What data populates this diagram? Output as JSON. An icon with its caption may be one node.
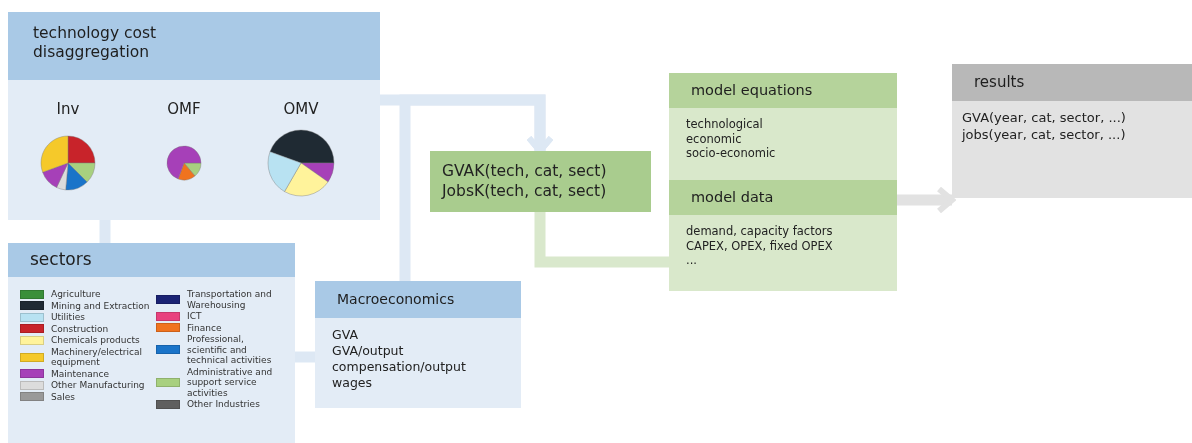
{
  "diagram": {
    "nodes": [
      {
        "text": [
          "technology cost disaggregation",
          "Inv",
          "OMF",
          "OMV"
        ]
      },
      {
        "text": [
          "sectors"
        ]
      },
      {
        "text": [
          "Macroeconomics",
          "GVA",
          "GVA/output",
          "compensation/output",
          "wages"
        ]
      },
      {
        "text": [
          "GVAK(tech, cat, sect)",
          "JobsK(tech, cat, sect)"
        ]
      },
      {
        "text": [
          "model equations",
          "technological",
          "economic",
          "socio-economic"
        ]
      },
      {
        "text": [
          "model data",
          "demand, capacity factors",
          "CAPEX, OPEX, fixed OPEX",
          "..."
        ]
      },
      {
        "text": [
          "results",
          "GVA(year, cat, sector, ...)",
          "jobs(year, cat, sector, ...)"
        ]
      }
    ],
    "edges": [
      {
        "from": 0,
        "to": 3,
        "arrow": "to"
      },
      {
        "from": 2,
        "to": 3,
        "arrow": "to"
      },
      {
        "from": 0,
        "to": 1,
        "arrow": "none"
      },
      {
        "from": 1,
        "to": 2,
        "arrow": "none"
      },
      {
        "from": 3,
        "to": 5,
        "arrow": "none",
        "color": "#d9e8cc"
      },
      {
        "from": 5,
        "to": 6,
        "arrow": "to",
        "color": "#e2e2e2"
      }
    ],
    "legend": [
      {
        "text": "Agriculture",
        "color": "#3a8f3a"
      },
      {
        "text": "Mining and Extraction",
        "color": "#1f2a33"
      },
      {
        "text": "Utilities",
        "color": "#b8e2f2"
      },
      {
        "text": "Construction",
        "color": "#c8232a"
      },
      {
        "text": "Chemicals products",
        "color": "#fff39b"
      },
      {
        "text": "Machinery/electrical equipment",
        "color": "#f5c92a"
      },
      {
        "text": "Maintenance",
        "color": "#a640b8"
      },
      {
        "text": "Other Manufacturing",
        "color": "#dcdcdc"
      },
      {
        "text": "Sales",
        "color": "#999999"
      },
      {
        "text": "Transportation and Warehousing",
        "color": "#1a2374"
      },
      {
        "text": "ICT",
        "color": "#e8417e"
      },
      {
        "text": "Finance",
        "color": "#f0731f"
      },
      {
        "text": "Professional, scientific and technical activities",
        "color": "#1a74c9"
      },
      {
        "text": "Administrative and support service activities",
        "color": "#a8d07f"
      },
      {
        "text": "Other Industries",
        "color": "#5f5f5f"
      }
    ]
  }
}
